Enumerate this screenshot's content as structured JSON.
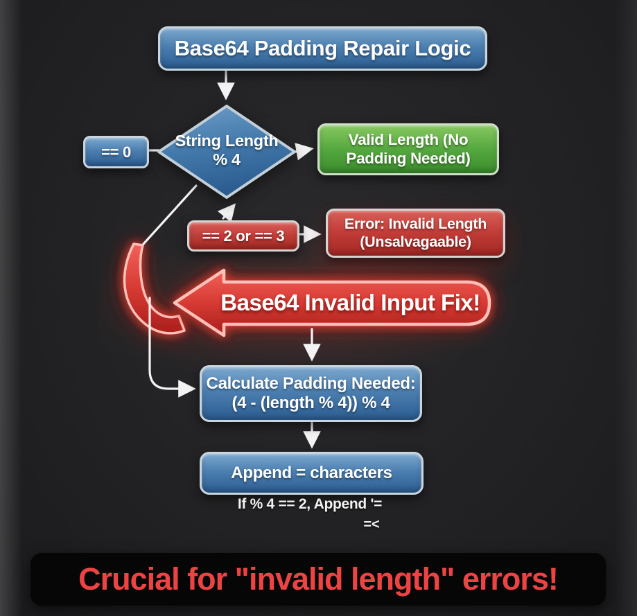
{
  "header": {
    "title": "Base64 Padding Repair Logic"
  },
  "flow": {
    "decision": {
      "line1": "String Length",
      "line2": "% 4"
    },
    "case_zero": {
      "label": "== 0"
    },
    "valid": {
      "line1": "Valid Length (No",
      "line2": "Padding Needed)"
    },
    "case_two_or_three": {
      "label": "== 2 or == 3"
    },
    "error": {
      "line1": "Error: Invalid Length",
      "line2": "(Unsalvagaable)"
    },
    "fix_banner": {
      "label": "Base64 Invalid Input Fix!"
    },
    "calculate": {
      "line1": "Calculate Padding Needed:",
      "line2": "(4 - (length % 4)) % 4"
    },
    "append": {
      "label": "Append = characters"
    },
    "note": {
      "line1": "If % 4 == 2, Append '=",
      "line2": "=<"
    }
  },
  "footer": {
    "label": "Crucial for \"invalid length\" errors!"
  },
  "colors": {
    "node_blue": "#2c5d92",
    "node_green": "#3a8c2c",
    "node_red": "#a32824",
    "banner_red": "#d92b25",
    "footer_text": "#ee4343",
    "connector_white": "#f3f3f3",
    "background": "#232325"
  }
}
